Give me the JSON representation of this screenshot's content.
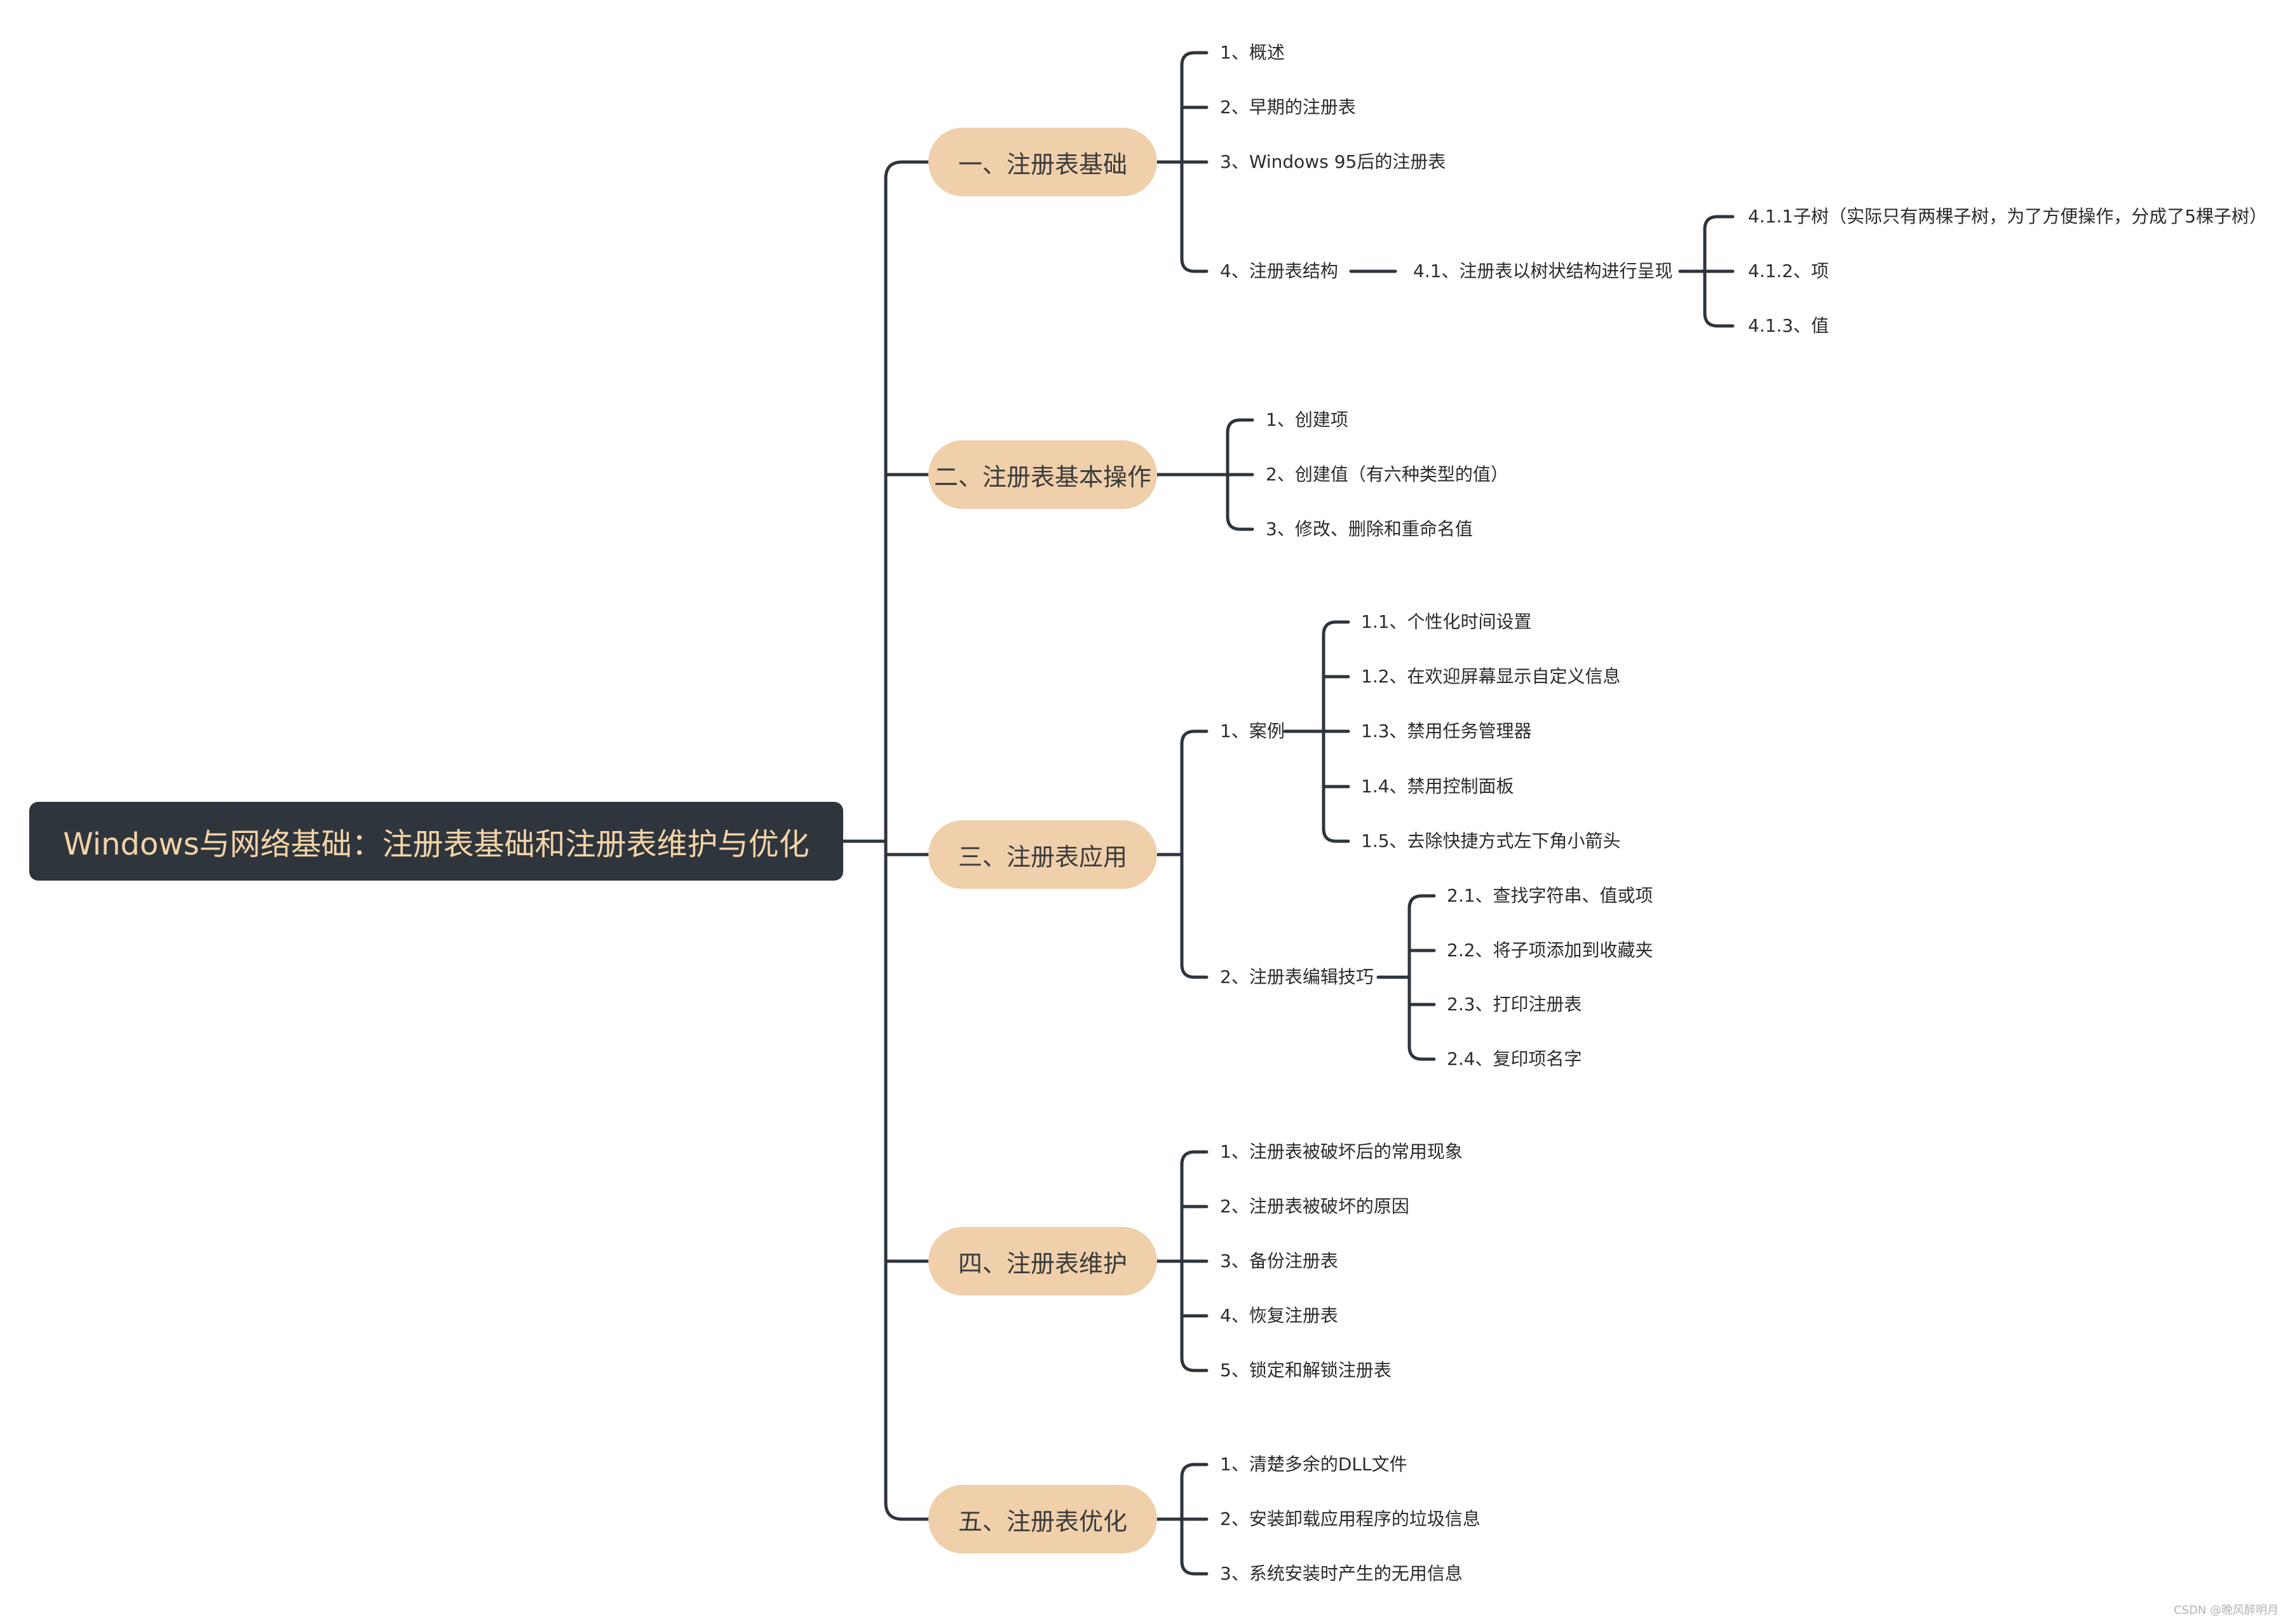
{
  "root": {
    "title": "Windows与网络基础：注册表基础和注册表维护与优化"
  },
  "branches": [
    {
      "label": "一、注册表基础",
      "children": {
        "c1": "1、概述",
        "c2": "2、早期的注册表",
        "c3": "3、Windows 95后的注册表",
        "c4": "4、注册表结构",
        "c4_1": "4.1、注册表以树状结构进行呈现",
        "c4_1_1": "4.1.1子树（实际只有两棵子树，为了方便操作，分成了5棵子树）",
        "c4_1_2": "4.1.2、项",
        "c4_1_3": "4.1.3、值"
      }
    },
    {
      "label": "二、注册表基本操作",
      "children": {
        "c1": "1、创建项",
        "c2": "2、创建值（有六种类型的值）",
        "c3": "3、修改、删除和重命名值"
      }
    },
    {
      "label": "三、注册表应用",
      "children": {
        "c1": "1、案例",
        "c1_1": "1.1、个性化时间设置",
        "c1_2": "1.2、在欢迎屏幕显示自定义信息",
        "c1_3": "1.3、禁用任务管理器",
        "c1_4": "1.4、禁用控制面板",
        "c1_5": "1.5、去除快捷方式左下角小箭头",
        "c2": "2、注册表编辑技巧",
        "c2_1": "2.1、查找字符串、值或项",
        "c2_2": "2.2、将子项添加到收藏夹",
        "c2_3": "2.3、打印注册表",
        "c2_4": "2.4、复印项名字"
      }
    },
    {
      "label": "四、注册表维护",
      "children": {
        "c1": "1、注册表被破坏后的常用现象",
        "c2": "2、注册表被破坏的原因",
        "c3": "3、备份注册表",
        "c4": "4、恢复注册表",
        "c5": "5、锁定和解锁注册表"
      }
    },
    {
      "label": "五、注册表优化",
      "children": {
        "c1": "1、清楚多余的DLL文件",
        "c2": "2、安装卸载应用程序的垃圾信息",
        "c3": "3、系统安装时产生的无用信息"
      }
    }
  ],
  "watermark": "CSDN @晚风醉明月",
  "colors": {
    "root_bg": "#2f353c",
    "root_text": "#f3d3a7",
    "branch_bg": "#efd0ab",
    "line": "#2e343b"
  }
}
